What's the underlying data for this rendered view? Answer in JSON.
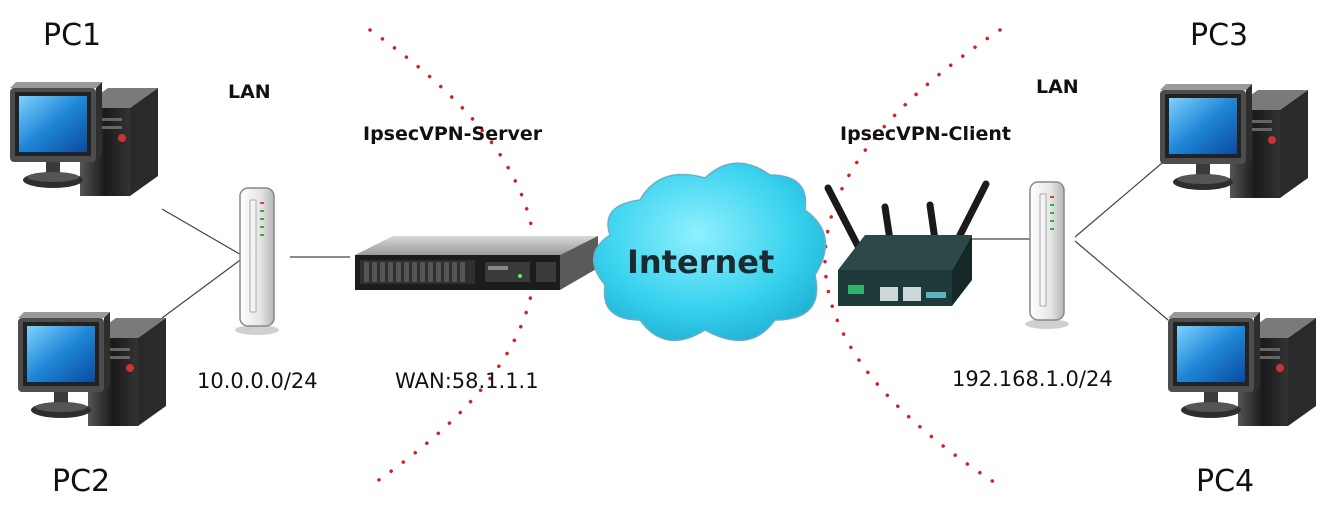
{
  "nodes": {
    "pc1": "PC1",
    "pc2": "PC2",
    "pc3": "PC3",
    "pc4": "PC4",
    "lan_left": "LAN",
    "lan_right": "LAN",
    "server": "IpsecVPN-Server",
    "client": "IpsecVPN-Client",
    "internet": "Internet"
  },
  "networks": {
    "left_subnet": "10.0.0.0/24",
    "wan": "WAN:58.1.1.1",
    "right_subnet": "192.168.1.0/24"
  },
  "colors": {
    "cloud": "#38d2ee",
    "dotted_boundary": "#d41f26",
    "screen": "#1e86d6",
    "router_body": "#1f3a3a"
  },
  "icons": [
    "computer-icon",
    "switch-icon",
    "server-icon",
    "router-icon",
    "cloud-icon"
  ]
}
